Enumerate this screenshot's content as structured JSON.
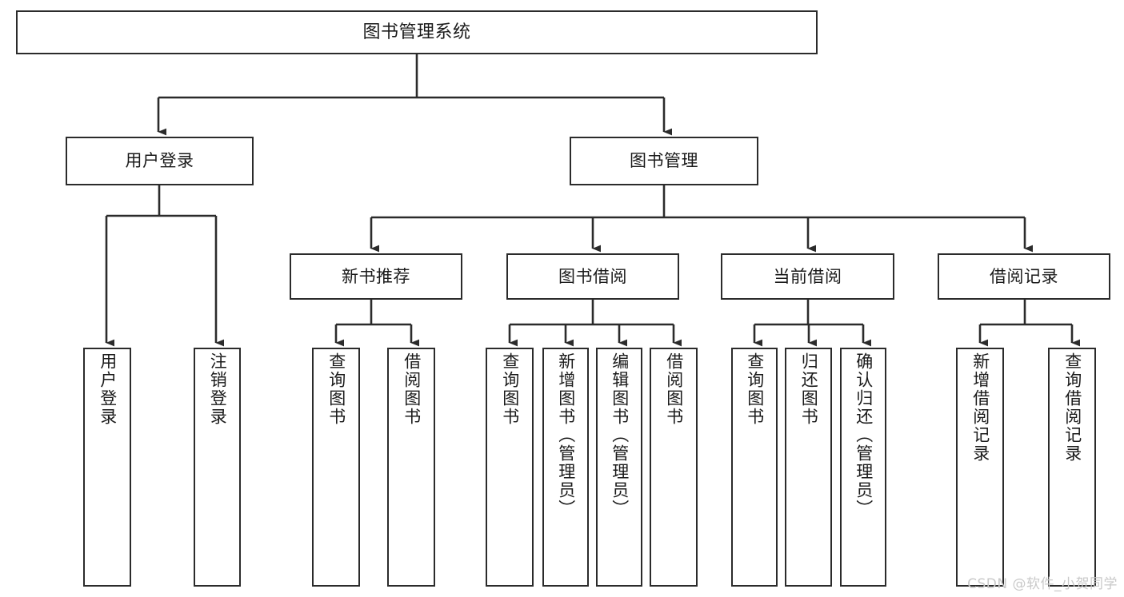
{
  "diagram": {
    "type": "tree",
    "title": "图书管理系统",
    "nodes": {
      "root": {
        "label": "图书管理系统"
      },
      "level1": [
        {
          "id": "user-login",
          "label": "用户登录"
        },
        {
          "id": "book-management",
          "label": "图书管理"
        }
      ],
      "level2": [
        {
          "id": "new-book-recommend",
          "label": "新书推荐"
        },
        {
          "id": "book-borrow",
          "label": "图书借阅"
        },
        {
          "id": "current-borrow",
          "label": "当前借阅"
        },
        {
          "id": "borrow-record",
          "label": "借阅记录"
        }
      ],
      "leaves": [
        {
          "id": "leaf-user-login",
          "label": "用户登录",
          "parent": "user-login"
        },
        {
          "id": "leaf-logout-login",
          "label": "注销登录",
          "parent": "user-login"
        },
        {
          "id": "leaf-query-book-1",
          "label": "查询图书",
          "parent": "new-book-recommend"
        },
        {
          "id": "leaf-borrow-book-1",
          "label": "借阅图书",
          "parent": "new-book-recommend"
        },
        {
          "id": "leaf-query-book-2",
          "label": "查询图书",
          "parent": "book-borrow"
        },
        {
          "id": "leaf-add-book",
          "label": "新增图书（管理员）",
          "parent": "book-borrow"
        },
        {
          "id": "leaf-edit-book",
          "label": "编辑图书（管理员）",
          "parent": "book-borrow"
        },
        {
          "id": "leaf-borrow-book-2",
          "label": "借阅图书",
          "parent": "book-borrow"
        },
        {
          "id": "leaf-query-book-3",
          "label": "查询图书",
          "parent": "current-borrow"
        },
        {
          "id": "leaf-return-book",
          "label": "归还图书",
          "parent": "current-borrow"
        },
        {
          "id": "leaf-confirm-return",
          "label": "确认归还（管理员）",
          "parent": "current-borrow"
        },
        {
          "id": "leaf-add-record",
          "label": "新增借阅记录",
          "parent": "borrow-record"
        },
        {
          "id": "leaf-query-record",
          "label": "查询借阅记录",
          "parent": "borrow-record"
        }
      ]
    },
    "colors": {
      "stroke": "#2b2b2b",
      "fill": "#ffffff",
      "text": "#1a1a1a",
      "watermark": "#c9c9c9"
    }
  },
  "watermark": {
    "text": "CSDN @软件_小贺同学"
  }
}
